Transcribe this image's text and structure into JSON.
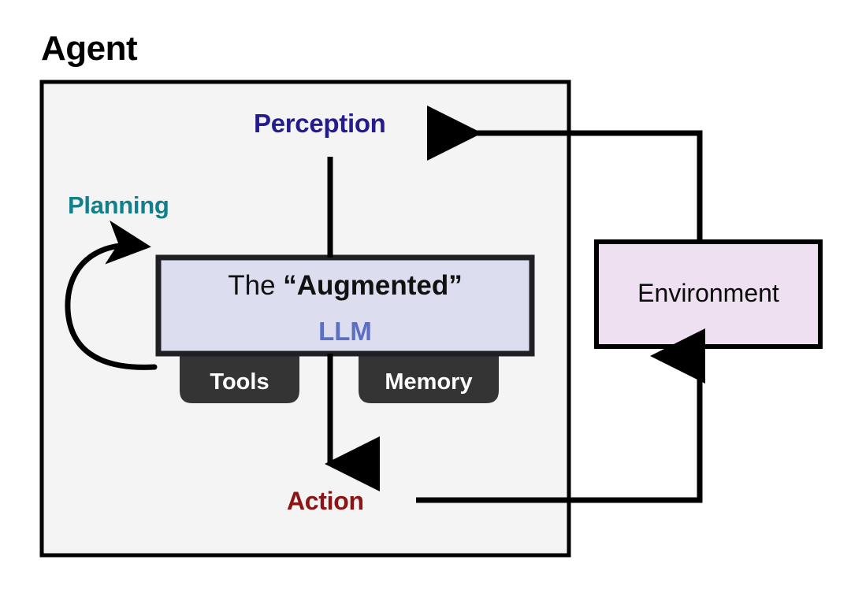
{
  "diagram": {
    "title": "Agent",
    "agent_container": {
      "label": "Agent",
      "fill": "#f4f4f4",
      "stroke": "#000000"
    },
    "nodes": {
      "perception": {
        "label": "Perception",
        "color": "#241b8f"
      },
      "planning": {
        "label": "Planning",
        "color": "#11808c"
      },
      "action": {
        "label": "Action",
        "color": "#8c1414"
      },
      "llm_box": {
        "line1_prefix": "The ",
        "line1_quoted": "“Augmented”",
        "line2": "LLM",
        "fill": "#dcdef0",
        "stroke": "#1f2024",
        "line1_color": "#111111",
        "line2_color": "#5d6fc4"
      },
      "tools_chip": {
        "label": "Tools",
        "fill": "#343434",
        "text_color": "#ffffff"
      },
      "memory_chip": {
        "label": "Memory",
        "fill": "#343434",
        "text_color": "#ffffff"
      },
      "environment": {
        "label": "Environment",
        "fill": "#eee0f0",
        "stroke": "#000000",
        "text_color": "#0b0b0b"
      }
    },
    "edges": [
      {
        "name": "perception-to-llm",
        "from": "perception",
        "to": "llm_box",
        "style": "straight-line",
        "arrowhead": false
      },
      {
        "name": "llm-to-action",
        "from": "llm_box",
        "to": "action",
        "style": "straight-line",
        "arrowhead": true
      },
      {
        "name": "planning-self-loop",
        "from": "llm_box",
        "to": "llm_box",
        "style": "circular-loop",
        "arrowhead": true
      },
      {
        "name": "action-to-environment",
        "from": "action",
        "to": "environment",
        "style": "elbow",
        "arrowhead": true
      },
      {
        "name": "environment-to-perception",
        "from": "environment",
        "to": "perception",
        "style": "elbow",
        "arrowhead": true
      }
    ]
  }
}
